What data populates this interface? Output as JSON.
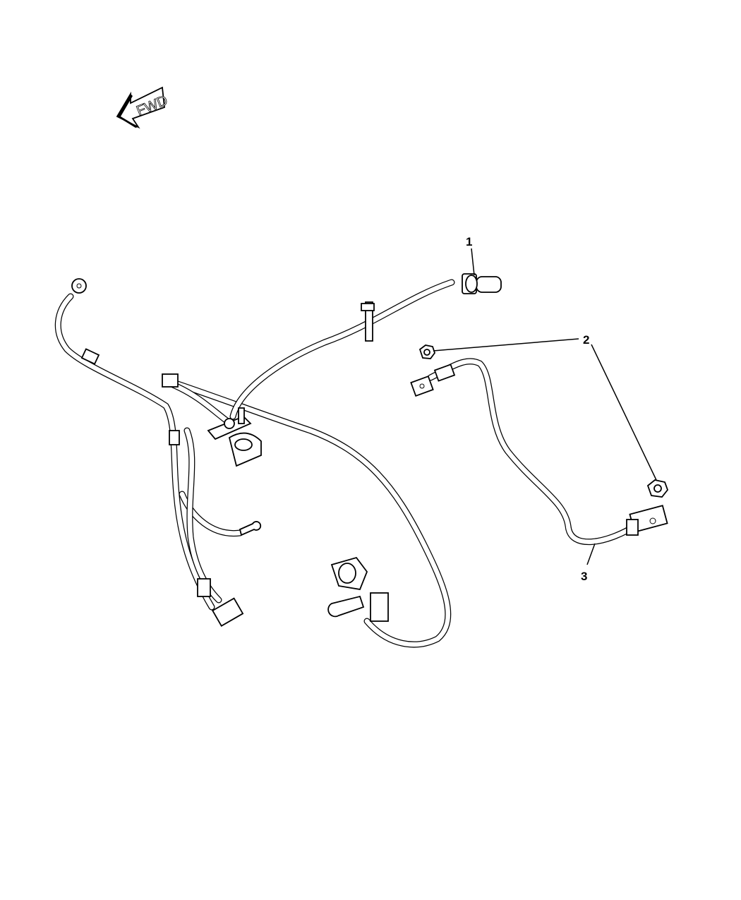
{
  "diagram": {
    "direction_indicator": {
      "label": "FWD",
      "icon": "arrow-left-icon"
    },
    "callouts": [
      {
        "number": "1",
        "part": "sensor-connector"
      },
      {
        "number": "2",
        "part": "nut"
      },
      {
        "number": "3",
        "part": "ground-cable"
      }
    ]
  }
}
